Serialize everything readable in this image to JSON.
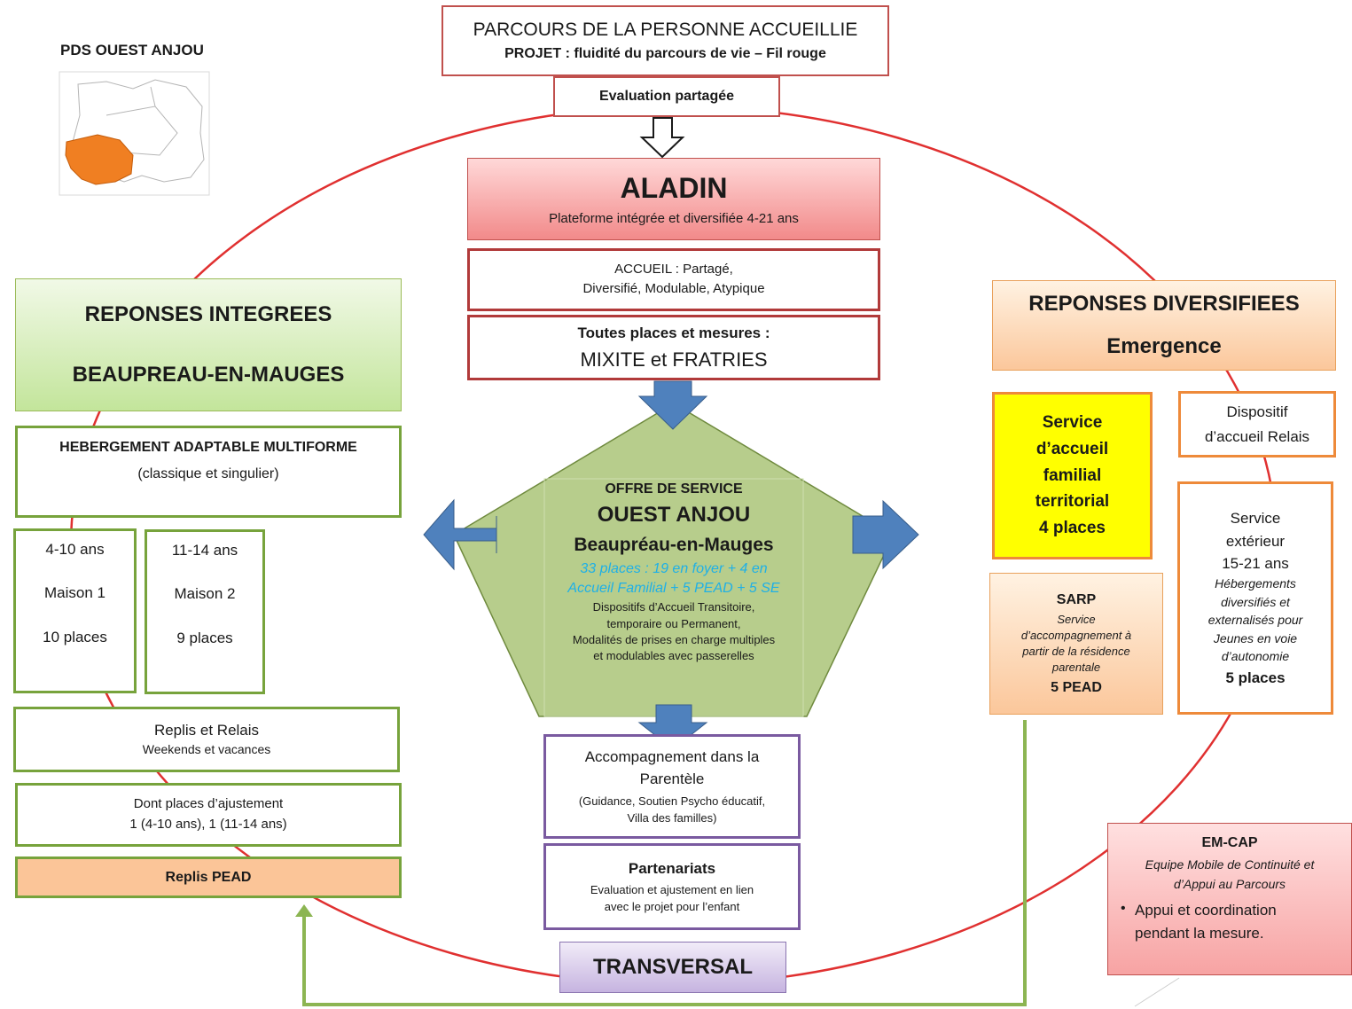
{
  "pds_label": "PDS OUEST ANJOU",
  "header": {
    "title": "PARCOURS DE LA PERSONNE ACCUEILLIE",
    "subtitle": "PROJET : fluidité du parcours de vie – Fil rouge",
    "evaluation": "Evaluation partagée"
  },
  "aladin": {
    "title": "ALADIN",
    "subtitle": "Plateforme intégrée et diversifiée 4-21 ans"
  },
  "accueil": {
    "line1": "ACCUEIL : Partagé,",
    "line2": "Diversifié, Modulable, Atypique"
  },
  "places": {
    "line1": "Toutes places et mesures :",
    "line2": "MIXITE et FRATRIES"
  },
  "offre": {
    "line1": "OFFRE DE SERVICE",
    "line2": "OUEST ANJOU",
    "line3": "Beaupréau-en-Mauges",
    "blue1": "33 places : 19 en foyer + 4 en",
    "blue2": "Accueil Familial + 5 PEAD + 5 SE",
    "d1": "Dispositifs d’Accueil Transitoire,",
    "d2": "temporaire ou Permanent,",
    "d3": "Modalités de prises en charge multiples",
    "d4": "et modulables avec passerelles"
  },
  "accompagnement": {
    "line1": "Accompagnement dans la",
    "line2": "Parentèle",
    "line3": "(Guidance, Soutien Psycho éducatif,",
    "line4": "Villa des familles)"
  },
  "partenariats": {
    "title": "Partenariats",
    "line1": "Evaluation et ajustement  en lien",
    "line2": "avec le projet pour l’enfant"
  },
  "transversal": "TRANSVERSAL",
  "integrees": {
    "line1": "REPONSES INTEGREES",
    "line2": "BEAUPREAU-EN-MAUGES"
  },
  "hebergement": {
    "line1": "HEBERGEMENT  ADAPTABLE MULTIFORME",
    "line2": "(classique et singulier)"
  },
  "maison1": {
    "age": "4-10 ans",
    "name": "Maison 1",
    "places": "10 places"
  },
  "maison2": {
    "age": "11-14 ans",
    "name": "Maison 2",
    "places": "9 places"
  },
  "replis": {
    "line1": "Replis et Relais",
    "line2": "Weekends et vacances"
  },
  "ajustement": {
    "line1": "Dont places d’ajustement",
    "line2": "1 (4-10 ans), 1 (11-14 ans)"
  },
  "replis_pead": "Replis PEAD",
  "diversifiees": {
    "line1": "REPONSES DIVERSIFIEES",
    "line2": "Emergence"
  },
  "safaf": {
    "line1": "Service",
    "line2": "d’accueil",
    "line3": "familial",
    "line4": "territorial",
    "line5": "4 places"
  },
  "relais": {
    "line1": "Dispositif",
    "line2": "d’accueil Relais"
  },
  "sarp": {
    "title": "SARP",
    "l1": "Service",
    "l2": "d’accompagnement à",
    "l3": "partir de la résidence",
    "l4": "parentale",
    "places": "5 PEAD"
  },
  "exterieur": {
    "l1": "Service",
    "l2": "extérieur",
    "l3": "15-21 ans",
    "i1": "Hébergements",
    "i2": "diversifiés et",
    "i3": "externalisés pour",
    "i4": "Jeunes en voie",
    "i5": "d’autonomie",
    "places": "5  places"
  },
  "emcap": {
    "title": "EM-CAP",
    "i1": "Equipe Mobile de Continuité et",
    "i2": "d’Appui au Parcours",
    "bullet": "•",
    "b1": "Appui et coordination",
    "b2": "pendant la mesure."
  },
  "colors": {
    "circle": "#e03030",
    "arrow_blue": "#4f81bd",
    "pentagon": "#b7cd8c",
    "map_orange": "#f07f22"
  }
}
